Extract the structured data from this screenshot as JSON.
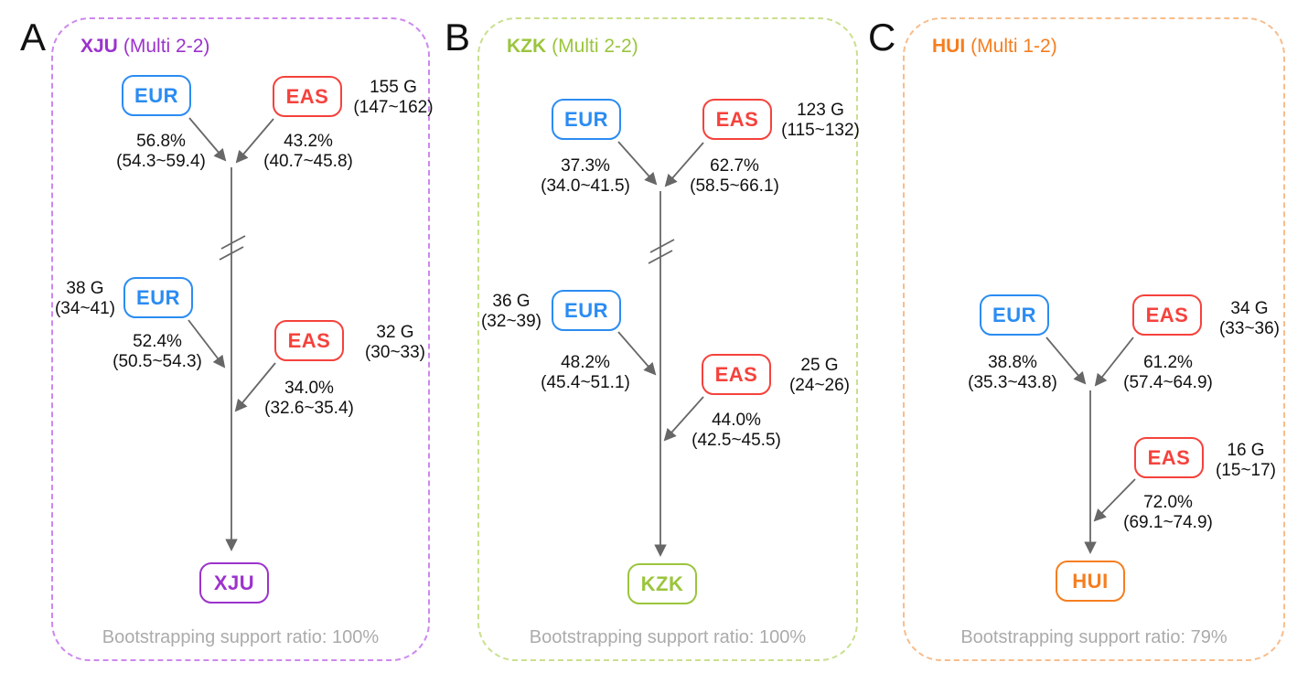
{
  "palette": {
    "eur_blue": "#2b8cf2",
    "eas_red": "#f5423c",
    "xju_purple": "#9c33cc",
    "xju_panel_border": "#cd88ee",
    "kzk_green": "#9bc53d",
    "kzk_panel_border": "#c9e08e",
    "hui_orange": "#f57e20",
    "hui_panel_border": "#f8bd8c",
    "arrow_gray": "#676767",
    "bootstrap_gray": "#ababab"
  },
  "panels": [
    {
      "letter": "A",
      "title": {
        "name": "XJU",
        "suffix": "(Multi 2-2)"
      },
      "top": {
        "left_node": "EUR",
        "right_node": "EAS",
        "gen": {
          "value": "155 G",
          "range": "(147~162)"
        },
        "left_pct": {
          "value": "56.8%",
          "range": "(54.3~59.4)"
        },
        "right_pct": {
          "value": "43.2%",
          "range": "(40.7~45.8)"
        }
      },
      "mid_left": {
        "node": "EUR",
        "gen": {
          "value": "38 G",
          "range": "(34~41)"
        },
        "pct": {
          "value": "52.4%",
          "range": "(50.5~54.3)"
        }
      },
      "mid_right": {
        "node": "EAS",
        "gen": {
          "value": "32 G",
          "range": "(30~33)"
        },
        "pct": {
          "value": "34.0%",
          "range": "(32.6~35.4)"
        }
      },
      "target": "XJU",
      "bootstrap": "Bootstrapping support ratio: 100%"
    },
    {
      "letter": "B",
      "title": {
        "name": "KZK",
        "suffix": "(Multi 2-2)"
      },
      "top": {
        "left_node": "EUR",
        "right_node": "EAS",
        "gen": {
          "value": "123 G",
          "range": "(115~132)"
        },
        "left_pct": {
          "value": "37.3%",
          "range": "(34.0~41.5)"
        },
        "right_pct": {
          "value": "62.7%",
          "range": "(58.5~66.1)"
        }
      },
      "mid_left": {
        "node": "EUR",
        "gen": {
          "value": "36 G",
          "range": "(32~39)"
        },
        "pct": {
          "value": "48.2%",
          "range": "(45.4~51.1)"
        }
      },
      "mid_right": {
        "node": "EAS",
        "gen": {
          "value": "25 G",
          "range": "(24~26)"
        },
        "pct": {
          "value": "44.0%",
          "range": "(42.5~45.5)"
        }
      },
      "target": "KZK",
      "bootstrap": "Bootstrapping support ratio: 100%"
    },
    {
      "letter": "C",
      "title": {
        "name": "HUI",
        "suffix": "(Multi 1-2)"
      },
      "top": {
        "left_node": "EUR",
        "right_node": "EAS",
        "gen": {
          "value": "34 G",
          "range": "(33~36)"
        },
        "left_pct": {
          "value": "38.8%",
          "range": "(35.3~43.8)"
        },
        "right_pct": {
          "value": "61.2%",
          "range": "(57.4~64.9)"
        }
      },
      "mid_right": {
        "node": "EAS",
        "gen": {
          "value": "16 G",
          "range": "(15~17)"
        },
        "pct": {
          "value": "72.0%",
          "range": "(69.1~74.9)"
        }
      },
      "target": "HUI",
      "bootstrap": "Bootstrapping support ratio: 79%"
    }
  ]
}
